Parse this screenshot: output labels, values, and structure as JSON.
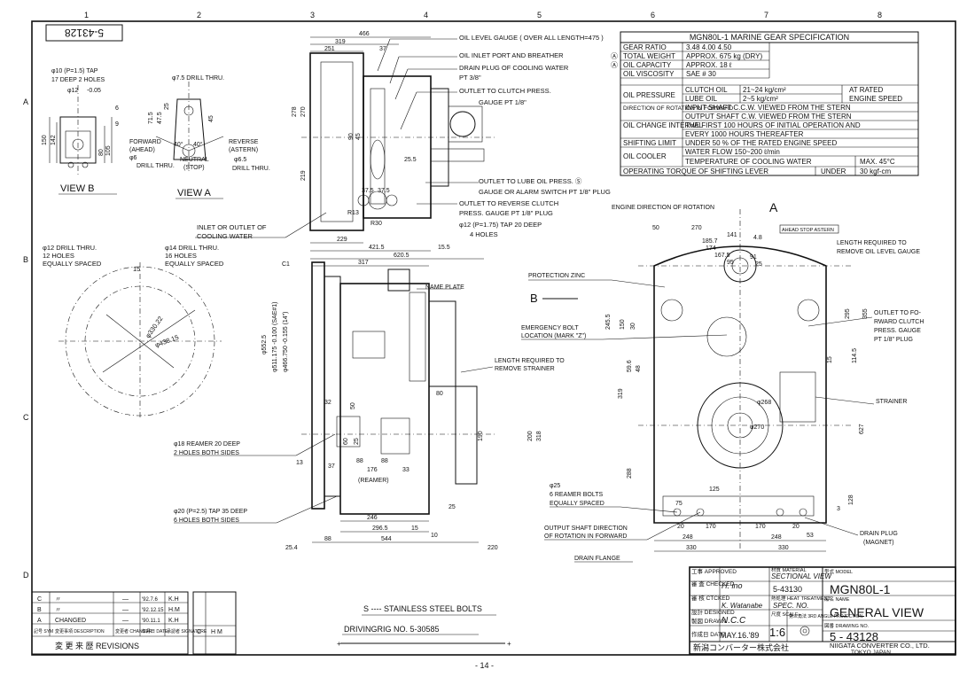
{
  "sheet": {
    "drawing_no_stamp": "5-43128",
    "page_number": "- 14 -",
    "col_numbers": [
      "1",
      "2",
      "3",
      "4",
      "5",
      "6",
      "7",
      "8"
    ],
    "row_letters": [
      "A",
      "B",
      "C",
      "D"
    ]
  },
  "spec": {
    "title": "MGN80L-1 MARINE GEAR SPECIFICATION",
    "rows": [
      [
        "GEAR RATIO",
        "3.48   4.00   4.50"
      ],
      [
        "TOTAL WEIGHT",
        "APPROX. 675 kg (DRY)"
      ],
      [
        "OIL CAPACITY",
        "APPROX. 18 ℓ"
      ],
      [
        "OIL VISCOSITY",
        "SAE # 30"
      ]
    ],
    "oil_pressure": {
      "label": "OIL PRESSURE",
      "clutch": "CLUTCH OIL",
      "clutch_val": "21~24 kg/cm²",
      "lube": "LUBE OIL",
      "lube_val": "2~5 kg/cm²",
      "at": "AT RATED",
      "engine": "ENGINE SPEED"
    },
    "rotation": {
      "label": "DIRECTION OF ROTATION IN FORWARD",
      "input": "INPUT SHAFT    C.C.W. VIEWED FROM THE STERN",
      "output": "OUTPUT SHAFT    C.W. VIEWED FROM THE STERN"
    },
    "oil_change": {
      "label": "OIL CHANGE INTERVAL",
      "line1": "THE FIRST 100 HOURS OF INITIAL OPERATION AND",
      "line2": "EVERY 1000 HOURS THEREAFTER"
    },
    "shifting": [
      "SHIFTING LIMIT",
      "UNDER 50 % OF THE RATED ENGINE SPEED"
    ],
    "cooler": {
      "label": "OIL COOLER",
      "line1": "WATER FLOW 150~200 ℓ/min",
      "line2": "TEMPERATURE OF COOLING WATER",
      "line2_val": "MAX. 45°C"
    },
    "torque": [
      "OPERATING TORQUE OF SHIFTING LEVER",
      "UNDER",
      "30 kgf-cm"
    ],
    "marks": [
      "Ⓐ",
      "Ⓐ"
    ]
  },
  "views": {
    "view_b": "VIEW B",
    "view_a": "VIEW A",
    "arrow_a": "A",
    "arrow_b": "B"
  },
  "view_b_notes": [
    "φ10 (P=1.5) TAP",
    "17 DEEP 2 HOLES",
    "φ12",
    "-0.05"
  ],
  "view_b_dims": [
    "150",
    "142",
    "80",
    "105",
    "9",
    "6"
  ],
  "view_a_notes": [
    "φ7.5 DRILL THRU.",
    "FORWARD",
    "(AHEAD)",
    "φ6",
    "DRILL THRU.",
    "NEUTRAL",
    "(STOP)",
    "REVERSE",
    "(ASTERN)",
    "φ6.5",
    "DRILL THRU."
  ],
  "view_a_dims": [
    "71.5",
    "47.5",
    "25",
    "45",
    "40°",
    "40°"
  ],
  "top_dims": [
    "466",
    "319",
    "251",
    "37",
    "278",
    "270",
    "90",
    "45",
    "219",
    "25.5",
    "37.5",
    "37.5",
    "R13",
    "R30",
    "229",
    "421.5",
    "620.5",
    "15.5"
  ],
  "callouts_top": [
    "OIL LEVEL GAUGE ( OVER ALL LENGTH=475 )",
    "OIL INLET PORT AND BREATHER",
    "DRAIN PLUG OF COOLING WATER",
    "PT 3/8\"",
    "OUTLET TO CLUTCH PRESS.",
    "GAUGE PT 1/8\"",
    "OUTLET TO LUBE OIL PRESS. Ⓢ",
    "GAUGE OR ALARM SWITCH  PT 1/8\" PLUG",
    "OUTLET TO REVERSE CLUTCH",
    "PRESS. GAUGE PT 1/8\" PLUG",
    "φ12 (P=1.75) TAP 20 DEEP",
    "4 HOLES",
    "INLET OR OUTLET OF",
    "COOLING WATER"
  ],
  "flange": {
    "note1": [
      "φ12 DRILL THRU.",
      "12 HOLES",
      "EQUALLY SPACED"
    ],
    "note2": [
      "φ14 DRILL THRU.",
      "16 HOLES",
      "EQUALLY SPACED"
    ],
    "dims": [
      "15",
      "φ330.22",
      "φ438.15"
    ]
  },
  "side_view": {
    "dims": [
      "317",
      "C1",
      "φ552.5",
      "φ511.175 -0.100 (SAE#1)",
      "φ466.750 -0.155 (14\")",
      "32",
      "50",
      "60",
      "25",
      "13",
      "37",
      "88",
      "88",
      "176",
      "(REAMER)",
      "33",
      "80",
      "190",
      "200",
      "318",
      "246",
      "296.5",
      "544",
      "88",
      "25.4",
      "220",
      "25",
      "15",
      "10"
    ],
    "name_plate": "NAME PLATE",
    "length_strainer": [
      "LENGTH REQUIRED TO",
      "REMOVE STRAINER"
    ],
    "reamer_note": [
      "φ18 REAMER 20 DEEP",
      "2 HOLES BOTH SIDES"
    ],
    "tap_note": [
      "φ20 (P=2.5) TAP 35 DEEP",
      "6 HOLES BOTH SIDES"
    ]
  },
  "rear_view": {
    "engine_dir": "ENGINE DIRECTION OF ROTATION",
    "ahead_stop": "AHEAD  STOP  ASTERN",
    "protection_zinc": "PROTECTION ZINC",
    "emergency": [
      "EMERGENCY BOLT",
      "LOCATION (MARK \"Z\")"
    ],
    "oil_level_note": [
      "LENGTH REQUIRED TO",
      "REMOVE OIL LEVEL GAUGE"
    ],
    "forward_clutch": [
      "OUTLET TO FO-",
      "RWARD CLUTCH",
      "PRESS. GAUGE",
      "PT 1/8\" PLUG"
    ],
    "strainer": "STRAINER",
    "reamer_bolts": [
      "φ25",
      "6 REAMER BOLTS",
      "EQUALLY SPACED"
    ],
    "output_dir": [
      "OUTPUT SHAFT DIRECTION",
      "OF ROTATION IN FORWARD"
    ],
    "drain_flange": "DRAIN FLANGE",
    "drain_plug": [
      "DRAIN PLUG",
      "(MAGNET)"
    ],
    "dims": [
      "50",
      "270",
      "141",
      "185.7",
      "174",
      "167.5",
      "95",
      "91",
      "25",
      "4.8",
      "245.5",
      "150",
      "30",
      "59.6",
      "48",
      "319",
      "295",
      "114.5",
      "355",
      "15",
      "627",
      "φ268",
      "φ270",
      "288",
      "125",
      "75",
      "128",
      "3",
      "20",
      "170",
      "170",
      "20",
      "248",
      "248",
      "53",
      "330",
      "330"
    ]
  },
  "revisions": {
    "rows": [
      [
        "C",
        "〃",
        "—",
        "'92.7.6",
        "K.H"
      ],
      [
        "B",
        "〃",
        "—",
        "'92.12.15",
        "H.M"
      ],
      [
        "A",
        "CHANGED",
        "—",
        "'90.11.1",
        "K.H"
      ]
    ],
    "headers": [
      "記号 SYM",
      "変更事項 DESCRIPTION",
      "変更者 CHANGER",
      "年月日 DATE",
      "承認者 SIGNATURE"
    ],
    "footer": "変 更 来 歴  REVISIONS",
    "small_box": [
      "C",
      "H M"
    ]
  },
  "notes_bottom": {
    "stainless": "S ---- STAINLESS STEEL BOLTS",
    "drivingrig": "DRIVINGRIG NO. 5-30585"
  },
  "title_block": {
    "approved": "工事 APPROVED",
    "checked": "審 査 CHECKED",
    "checked_sig": "H. ino",
    "ctk": "審 核 CTCKED",
    "designed": "設計 DESIGNED",
    "designed_sig": "K. Watanabe",
    "drawn": "製図 DRAWN",
    "drawn_name": "N.C.C",
    "date_label": "作成日 DATE",
    "date_val": "MAY.16.'89",
    "material_label": "材質 MATERIAL",
    "material_val": "SECTIONAL VIEW",
    "material_no": "5-43130",
    "heat_label": "熱処理 HEAT TREATMENT",
    "spec_no": "SPEC. NO.",
    "scale_label": "尺度 SCALE",
    "scale_val": "1:6",
    "angle_label": "第三角法 3RD ANGLE PROJECTION",
    "model_label": "型式 MODEL",
    "model_val": "MGN80L-1",
    "name_label": "品名 NAME",
    "name_val": "GENERAL VIEW",
    "drawing_no_label": "図番 DRAWING NO.",
    "drawing_no_val": "5 - 43128",
    "company_jp": "新潟コンバーター株式会社",
    "company_en": "NIIGATA CONVERTER CO., LTD.",
    "company_city": "TOKYO JAPAN"
  }
}
